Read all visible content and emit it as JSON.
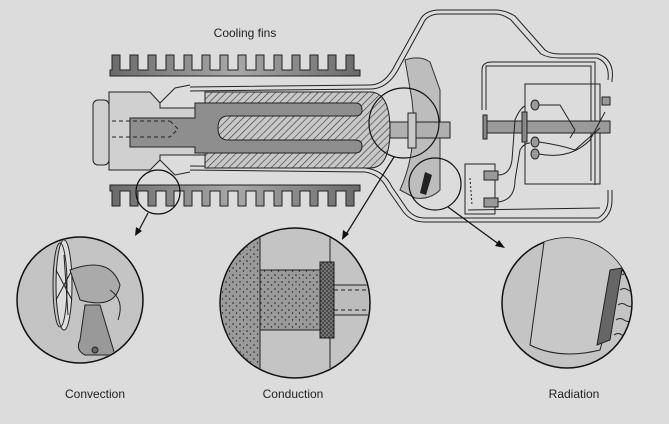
{
  "labels": {
    "cooling_fins": "Cooling fins",
    "convection": "Convection",
    "conduction": "Conduction",
    "radiation": "Radiation"
  },
  "colors": {
    "background": "#dcdcdc",
    "metal": "#8c8c8c",
    "glass": "#d4d4d4",
    "line": "#1e1e1e"
  }
}
